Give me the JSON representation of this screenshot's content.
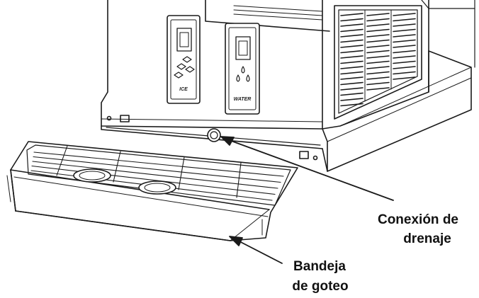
{
  "panels": {
    "ice_label": "ICE",
    "water_label": "WATER"
  },
  "callouts": {
    "drain": {
      "line1": "Conexión de",
      "line2": "drenaje"
    },
    "tray": {
      "line1": "Bandeja",
      "line2": "de goteo"
    }
  },
  "colors": {
    "line": "#1a1a1a",
    "shade": "#d9d9d9",
    "background": "#ffffff"
  }
}
